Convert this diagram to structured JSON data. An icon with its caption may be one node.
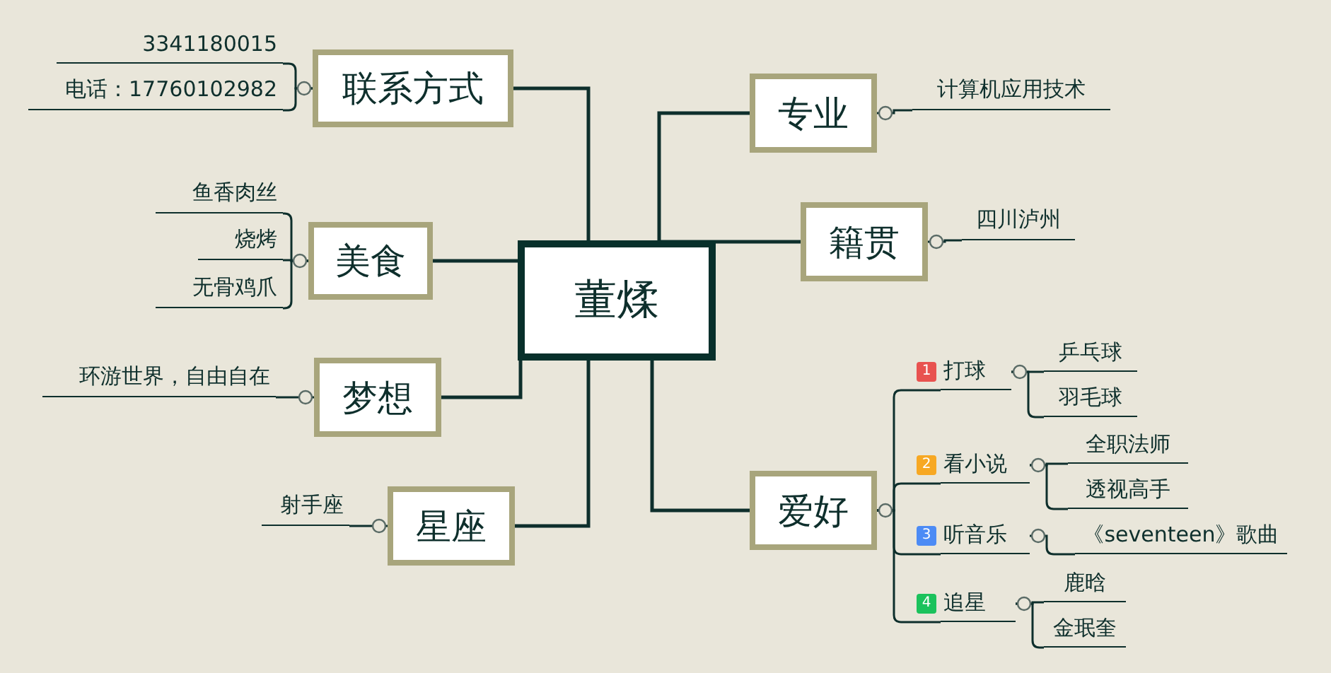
{
  "diagram": {
    "nodes": [
      {
        "text": [
          "董煣"
        ]
      },
      {
        "text": [
          "联系方式"
        ]
      },
      {
        "text": [
          "3341180015"
        ]
      },
      {
        "text": [
          "电话：17760102982"
        ]
      },
      {
        "text": [
          "美食"
        ]
      },
      {
        "text": [
          "鱼香肉丝"
        ]
      },
      {
        "text": [
          "烧烤"
        ]
      },
      {
        "text": [
          "无骨鸡爪"
        ]
      },
      {
        "text": [
          "梦想"
        ]
      },
      {
        "text": [
          "环游世界，自由自在"
        ]
      },
      {
        "text": [
          "星座"
        ]
      },
      {
        "text": [
          "射手座"
        ]
      },
      {
        "text": [
          "专业"
        ]
      },
      {
        "text": [
          "计算机应用技术"
        ]
      },
      {
        "text": [
          "籍贯"
        ]
      },
      {
        "text": [
          "四川泸州"
        ]
      },
      {
        "text": [
          "爱好"
        ]
      },
      {
        "text": [
          "打球"
        ],
        "beside": [
          "1"
        ]
      },
      {
        "text": [
          "乒乓球"
        ]
      },
      {
        "text": [
          "羽毛球"
        ]
      },
      {
        "text": [
          "看小说"
        ],
        "beside": [
          "2"
        ]
      },
      {
        "text": [
          "全职法师"
        ]
      },
      {
        "text": [
          "透视高手"
        ]
      },
      {
        "text": [
          "听音乐"
        ],
        "beside": [
          "3"
        ]
      },
      {
        "text": [
          "《seventeen》歌曲"
        ]
      },
      {
        "text": [
          "追星"
        ],
        "beside": [
          "4"
        ]
      },
      {
        "text": [
          "鹿晗"
        ]
      },
      {
        "text": [
          "金珉奎"
        ]
      }
    ],
    "edges": [
      {
        "from": 0,
        "to": 1,
        "arrow": "none"
      },
      {
        "from": 0,
        "to": 4,
        "arrow": "none"
      },
      {
        "from": 0,
        "to": 8,
        "arrow": "none"
      },
      {
        "from": 0,
        "to": 10,
        "arrow": "none"
      },
      {
        "from": 0,
        "to": 12,
        "arrow": "none"
      },
      {
        "from": 0,
        "to": 14,
        "arrow": "none"
      },
      {
        "from": 0,
        "to": 16,
        "arrow": "none"
      },
      {
        "from": 1,
        "to": 2,
        "arrow": "none"
      },
      {
        "from": 1,
        "to": 3,
        "arrow": "none"
      },
      {
        "from": 4,
        "to": 5,
        "arrow": "none"
      },
      {
        "from": 4,
        "to": 6,
        "arrow": "none"
      },
      {
        "from": 4,
        "to": 7,
        "arrow": "none"
      },
      {
        "from": 8,
        "to": 9,
        "arrow": "none"
      },
      {
        "from": 10,
        "to": 11,
        "arrow": "none"
      },
      {
        "from": 12,
        "to": 13,
        "arrow": "none"
      },
      {
        "from": 14,
        "to": 15,
        "arrow": "none"
      },
      {
        "from": 16,
        "to": 17,
        "arrow": "none"
      },
      {
        "from": 16,
        "to": 20,
        "arrow": "none"
      },
      {
        "from": 16,
        "to": 23,
        "arrow": "none"
      },
      {
        "from": 16,
        "to": 25,
        "arrow": "none"
      },
      {
        "from": 17,
        "to": 18,
        "arrow": "none"
      },
      {
        "from": 17,
        "to": 19,
        "arrow": "none"
      },
      {
        "from": 20,
        "to": 21,
        "arrow": "none"
      },
      {
        "from": 20,
        "to": 22,
        "arrow": "none"
      },
      {
        "from": 23,
        "to": 24,
        "arrow": "none"
      },
      {
        "from": 25,
        "to": 26,
        "arrow": "none"
      },
      {
        "from": 25,
        "to": 27,
        "arrow": "none"
      }
    ]
  }
}
